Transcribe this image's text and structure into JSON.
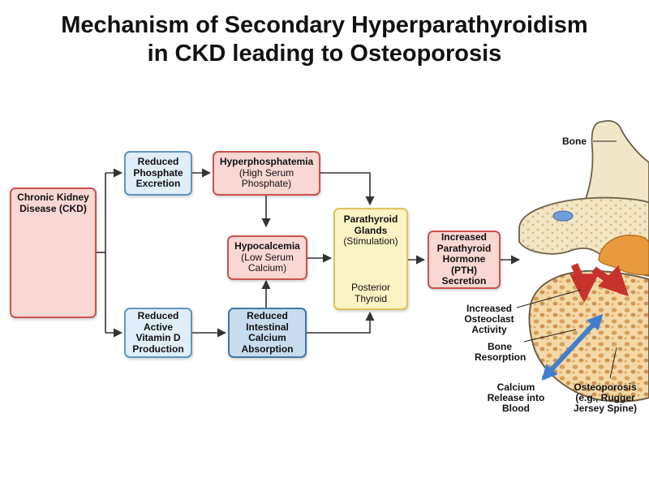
{
  "title": {
    "line1": "Mechanism of Secondary Hyperparathyroidism",
    "line2": "in CKD leading to Osteoporosis"
  },
  "nodes": {
    "ckd": {
      "label": "Chronic Kidney Disease (CKD)"
    },
    "reduced_phosphate": {
      "label": "Reduced Phosphate Excretion"
    },
    "hyperphosphatemia": {
      "label": "Hyperphosphatemia",
      "sub": "(High Serum Phosphate)"
    },
    "hypocalcemia": {
      "label": "Hypocalcemia",
      "sub": "(Low Serum Calcium)"
    },
    "reduced_vitd": {
      "label": "Reduced Active Vitamin D Production"
    },
    "reduced_absorption": {
      "label": "Reduced Intestinal Calcium Absorption"
    },
    "parathyroid": {
      "label": "Parathyroid Glands",
      "sub": "(Stimulation)",
      "foot": "Posterior Thyroid"
    },
    "pth": {
      "label": "Increased Parathyroid Hormone (PTH) Secretion"
    }
  },
  "bone_labels": {
    "bone": "Bone",
    "osteoclast": "Increased Osteoclast Activity",
    "resorption": "Bone Resorption",
    "calcium_release": "Calcium Release into Blood",
    "osteoporosis": "Osteoporosis (e.g., Rugger Jersey Spine)"
  },
  "colors": {
    "blue_fill": "#dfeef8",
    "blue_border": "#5d95c1",
    "red_fill": "#f9d7d3",
    "red_border": "#c9524d",
    "yellow_fill": "#fcf3c4",
    "yellow_border": "#dcc25a",
    "arrow": "#333333",
    "bone_cream": "#f1e6c8",
    "marrow_orange": "#e99a3c",
    "resorption_red": "#c8322c",
    "calcium_blue": "#3f7fcf"
  }
}
